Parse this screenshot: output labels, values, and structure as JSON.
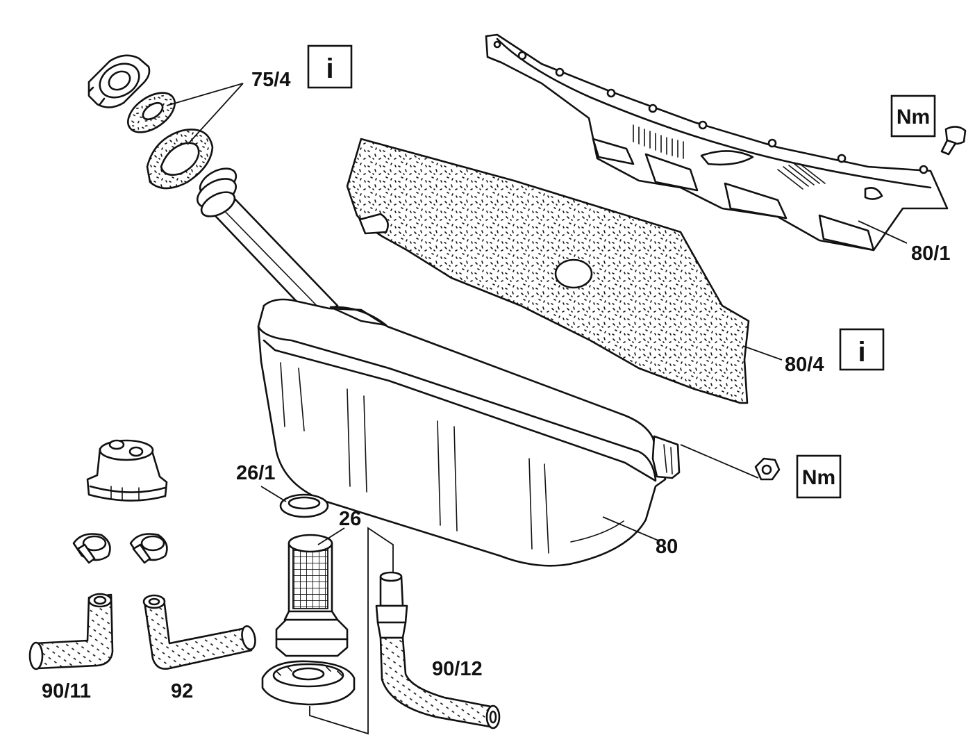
{
  "parts": {
    "p75_4": "75/4",
    "p80_1": "80/1",
    "p80_4": "80/4",
    "p80": "80",
    "p26_1": "26/1",
    "p26": "26",
    "p90_11": "90/11",
    "p92": "92",
    "p90_12": "90/12"
  },
  "symbols": {
    "info_1": "i",
    "info_2": "i",
    "torque_1": "Nm",
    "torque_2": "Nm"
  },
  "colors": {
    "ink": "#111111",
    "background": "#ffffff"
  }
}
